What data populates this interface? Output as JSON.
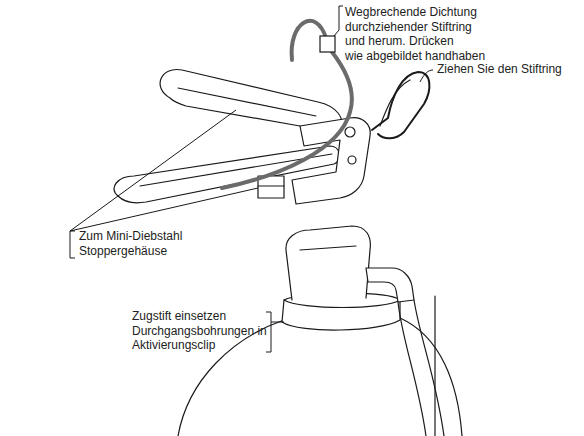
{
  "diagram": {
    "labels": [
      "Wegbrechende Dichtung durchziehender Stiftring und herum. Drücken wie abgebildet handhaben",
      "Ziehen Sie den Stiftring",
      "Zum Mini-Diebstahl Stoppergehäuse",
      "Zugstift einsetzen Durchgangsbohrungen in Aktivierungsclip"
    ]
  }
}
